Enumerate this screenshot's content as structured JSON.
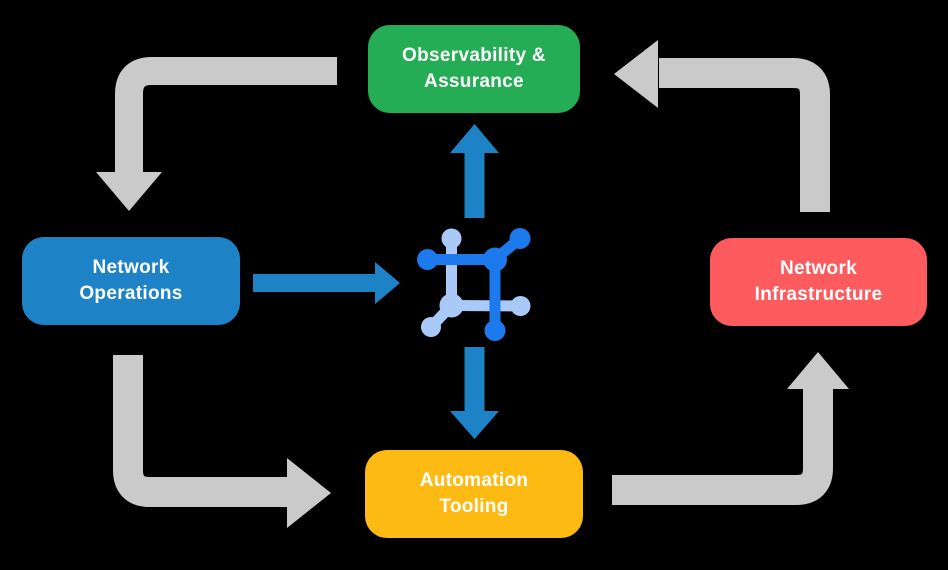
{
  "background": "#000000",
  "nodes": [
    {
      "id": "observability-assurance",
      "label": "Observability &\nAssurance",
      "color": "#25AD55",
      "text_color": "#FFFFFF"
    },
    {
      "id": "network-operations",
      "label": "Network\nOperations",
      "color": "#1E82C6",
      "text_color": "#FFFFFF"
    },
    {
      "id": "network-infrastructure",
      "label": "Network\nInfrastructure",
      "color": "#FD5B5E",
      "text_color": "#FFFFFF"
    },
    {
      "id": "automation-tooling",
      "label": "Automation\nTooling",
      "color": "#FDBA12",
      "text_color": "#FFFFFF"
    }
  ],
  "center_icon": {
    "name": "network-automation-icon",
    "dark_color": "#1D7AEC",
    "light_color": "#A9C9F9"
  },
  "flows": {
    "cycle_arrow_color": "#CACACA",
    "hub_arrow_color": "#1E82C6",
    "cycle": [
      {
        "from": "Observability & Assurance",
        "to": "Network Operations"
      },
      {
        "from": "Network Operations",
        "to": "Automation Tooling"
      },
      {
        "from": "Automation Tooling",
        "to": "Network Infrastructure"
      },
      {
        "from": "Network Infrastructure",
        "to": "Observability & Assurance"
      }
    ],
    "hub": [
      {
        "from": "Network Operations",
        "to": "center-icon"
      },
      {
        "from": "center-icon",
        "to": "Observability & Assurance"
      },
      {
        "from": "center-icon",
        "to": "Automation Tooling"
      }
    ]
  }
}
